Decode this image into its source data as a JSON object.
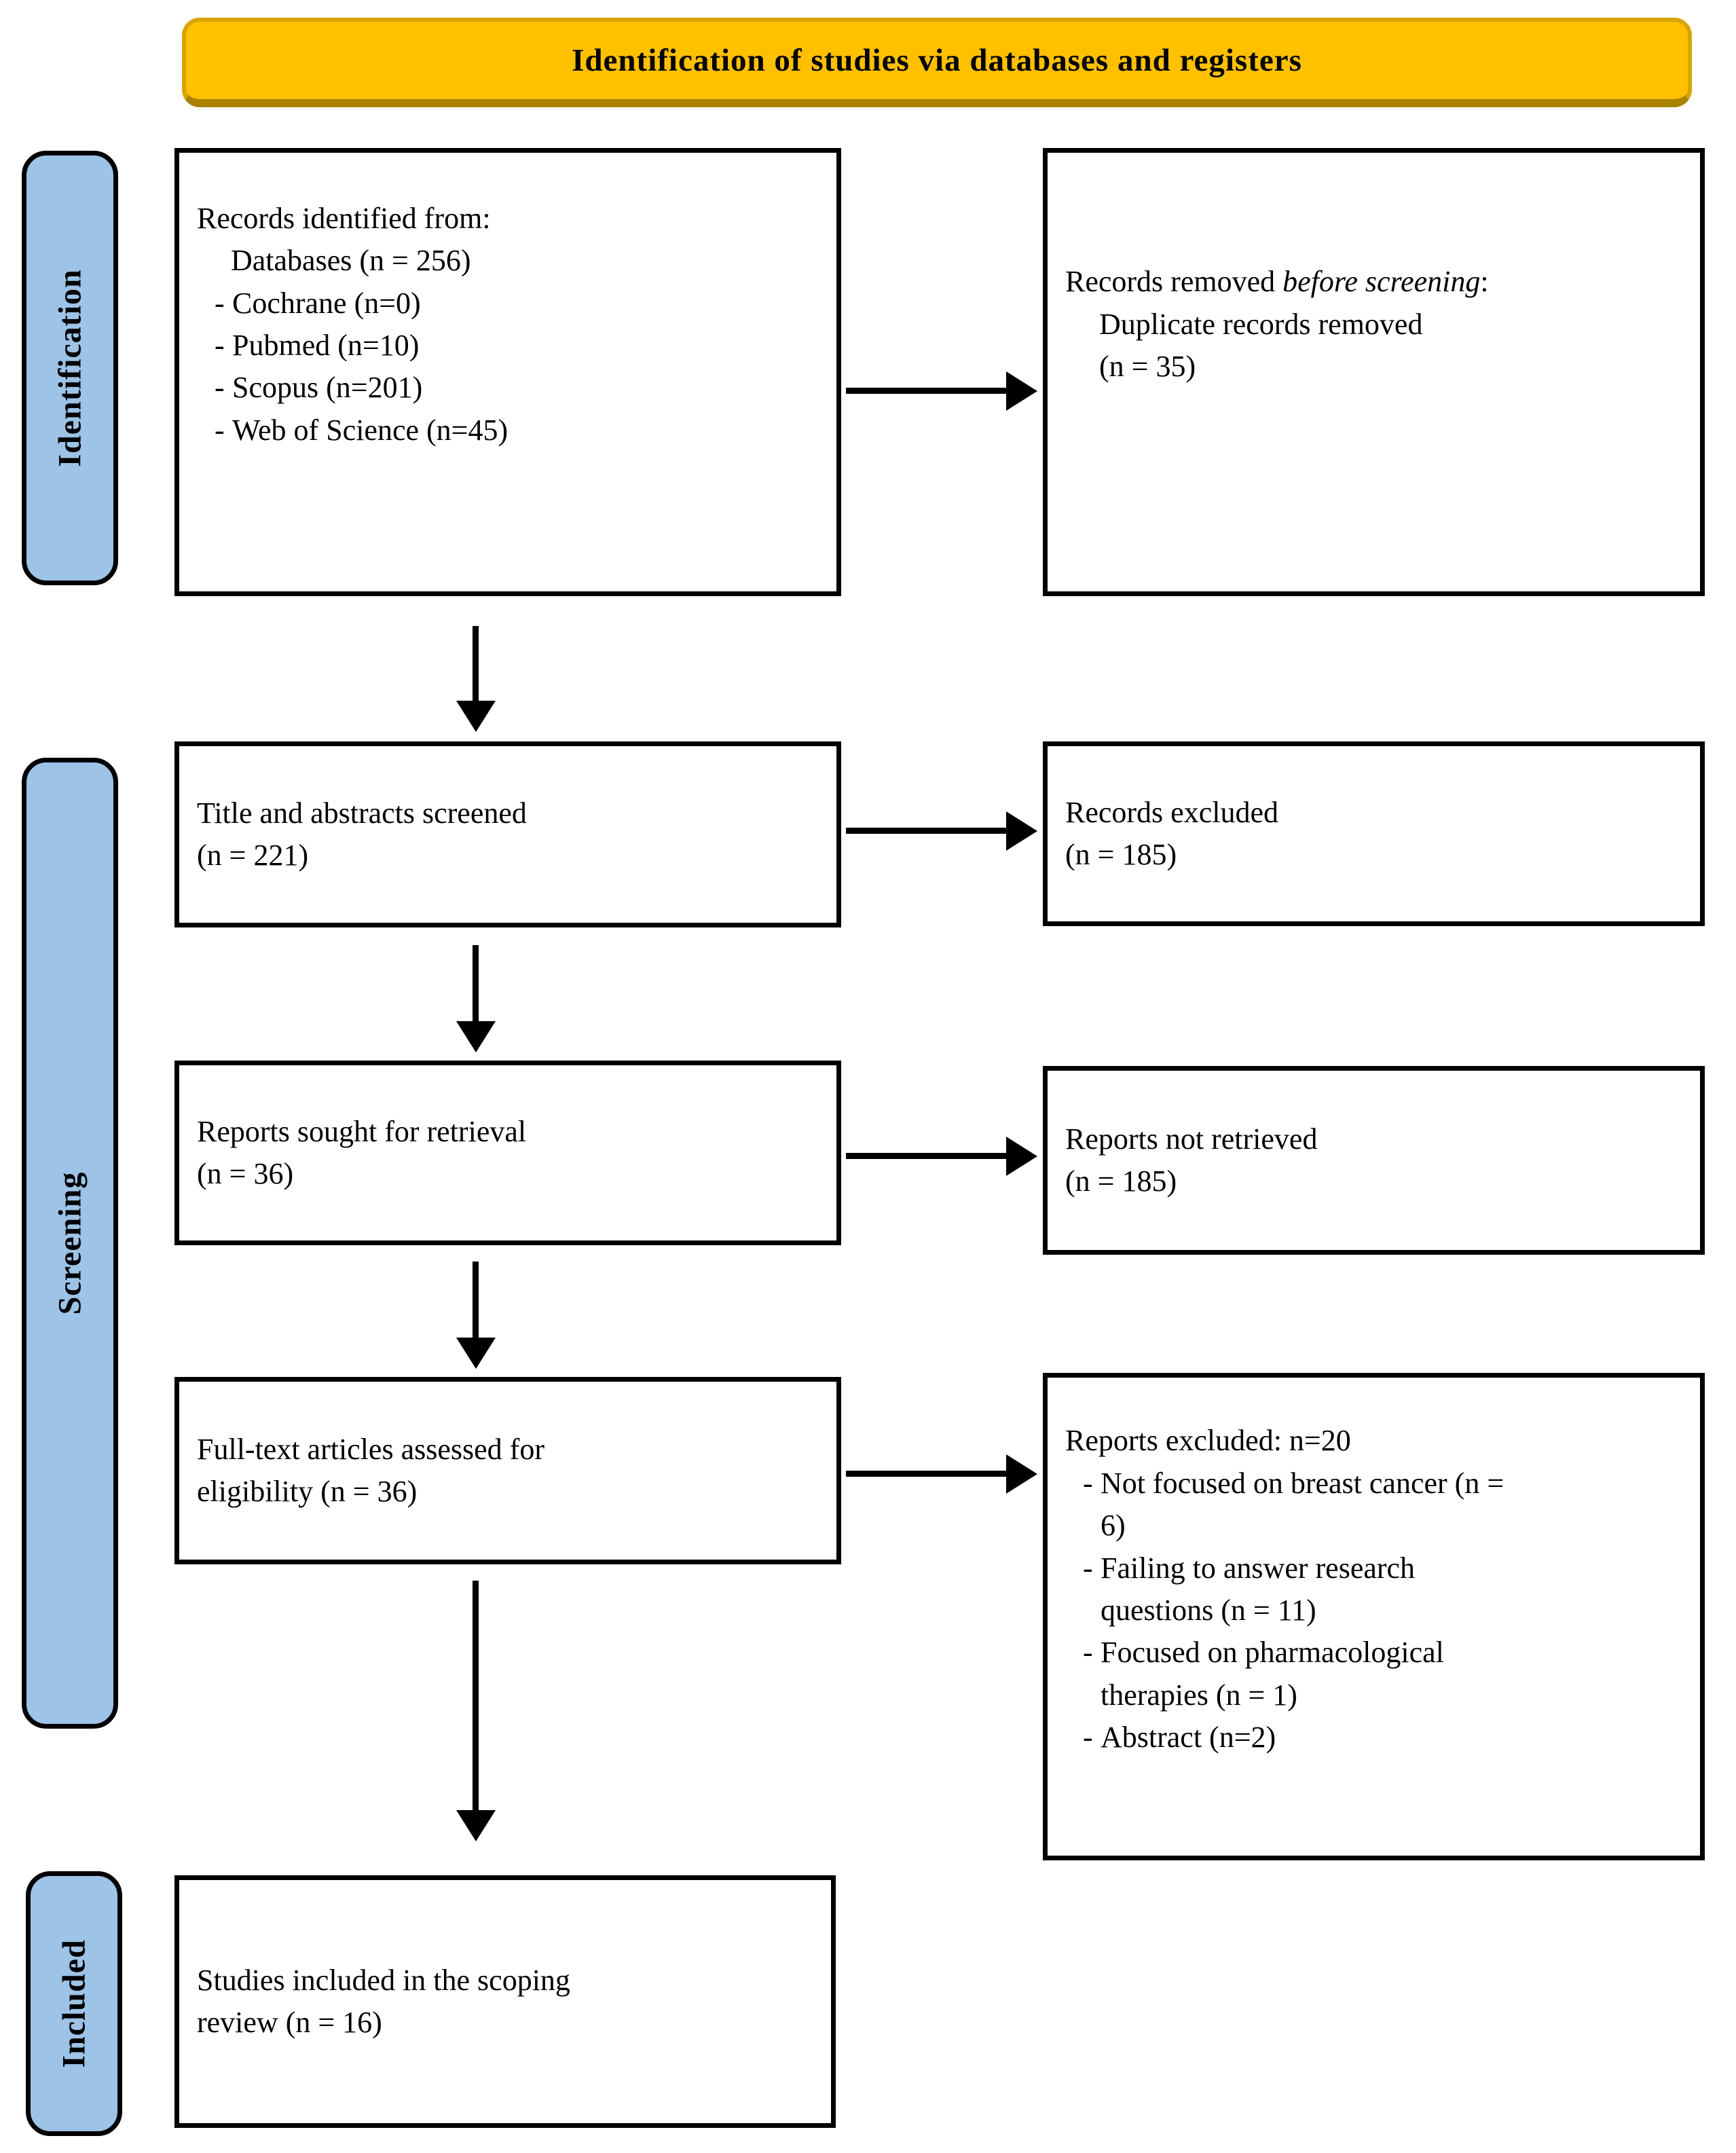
{
  "title": "Identification of studies via databases and registers",
  "sidebar": {
    "identification": "Identification",
    "screening": "Screening",
    "included": "Included"
  },
  "bullet_dash": "-",
  "boxes": {
    "records_identified": {
      "intro": "Records identified from:",
      "databases": "Databases (n = 256)",
      "bullets": [
        "Cochrane (n=0)",
        "Pubmed (n=10)",
        "Scopus (n=201)",
        "Web of Science (n=45)"
      ]
    },
    "records_removed": {
      "line1_prefix": "Records removed ",
      "line1_italic": "before screening",
      "line1_suffix": ":",
      "line2": "Duplicate records removed",
      "line3": "(n = 35)"
    },
    "titles_abstracts_screened": {
      "line1": "Title and abstracts screened",
      "line2": "(n = 221)"
    },
    "records_excluded": {
      "line1": "Records excluded",
      "line2": "(n = 185)"
    },
    "reports_sought": {
      "line1": "Reports sought for retrieval",
      "line2": "(n = 36)"
    },
    "reports_not_retrieved": {
      "line1": "Reports not retrieved",
      "line2": "(n = 185)"
    },
    "fulltext_assessed": {
      "line1": "Full-text articles assessed for",
      "line2": "eligibility (n = 36)"
    },
    "reports_excluded": {
      "header": "Reports excluded: n=20",
      "bullets": [
        "Not focused on breast cancer (n = 6)",
        "Failing to answer research questions (n = 11)",
        "Focused on pharmacological therapies (n = 1)",
        "Abstract (n=2)"
      ]
    },
    "studies_included": {
      "line1": "Studies included in the scoping",
      "line2": "review (n = 16)"
    }
  },
  "colors": {
    "banner_fill": "#FFC000",
    "banner_shadow": "#A98200",
    "stage_bar_fill": "#9DC3E6",
    "box_border": "#000000",
    "background": "#FFFFFF"
  }
}
